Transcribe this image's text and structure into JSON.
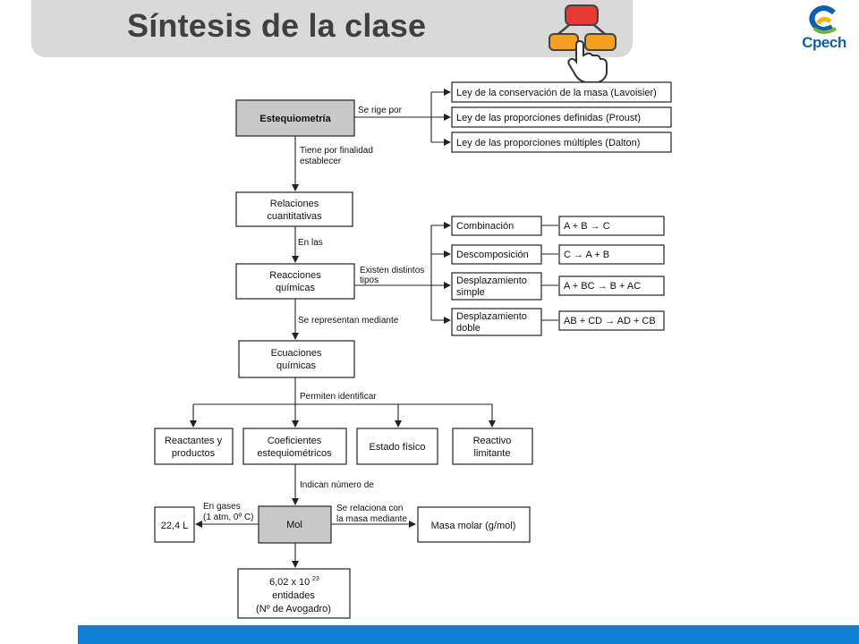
{
  "header": {
    "title": "Síntesis de la clase"
  },
  "logo": {
    "text": "Cpech"
  },
  "diagram": {
    "root": "Estequiometría",
    "rige_por_label": "Se rige por",
    "laws": [
      "Ley de la conservación de la masa (Lavoisier)",
      "Ley de las proporciones definidas (Proust)",
      "Ley de las proporciones múltiples (Dalton)"
    ],
    "finalidad_label": [
      "Tiene por finalidad",
      "establecer"
    ],
    "relaciones": [
      "Relaciones",
      "cuantitativas"
    ],
    "en_las_label": "En las",
    "reacciones": [
      "Reacciones",
      "químicas"
    ],
    "tipos_label": [
      "Existen distintos",
      "tipos"
    ],
    "reaction_types": [
      {
        "name": [
          "Combinación"
        ],
        "formula": "A + B → C"
      },
      {
        "name": [
          "Descomposición"
        ],
        "formula": "C → A + B"
      },
      {
        "name": [
          "Desplazamiento",
          "simple"
        ],
        "formula": "A + BC → B + AC"
      },
      {
        "name": [
          "Desplazamiento",
          "doble"
        ],
        "formula": "AB + CD → AD + CB"
      }
    ],
    "representan_label": "Se representan mediante",
    "ecuaciones": [
      "Ecuaciones",
      "químicas"
    ],
    "identificar_label": "Permiten identificar",
    "identified": [
      [
        "Reactantes y",
        "productos"
      ],
      [
        "Coeficientes",
        "estequiométricos"
      ],
      [
        "Estado físico"
      ],
      [
        "Reactivo",
        "limitante"
      ]
    ],
    "indican_label": "Indican número de",
    "mol": "Mol",
    "gases_label": [
      "En gases",
      "(1 atm, 0º C)"
    ],
    "volume": "22,4 L",
    "masa_label": [
      "Se relaciona con",
      "la masa mediante"
    ],
    "masa_molar": "Masa molar (g/mol)",
    "avogadro": {
      "value": "6,02 x 10",
      "exponent": "23",
      "line2": "entidades",
      "line3": "(Nº de Avogadro)"
    }
  }
}
